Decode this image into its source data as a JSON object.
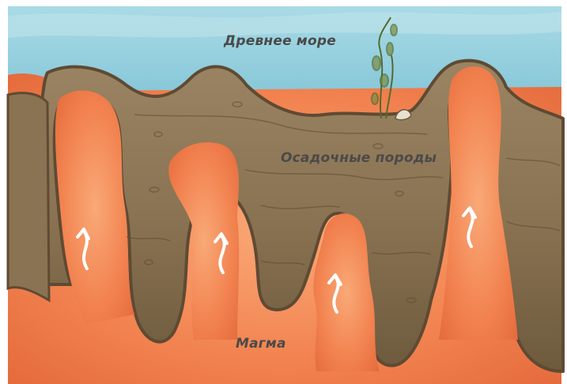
{
  "labels": {
    "sea": "Древнее море",
    "sedimentary": "Осадочные породы",
    "magma": "Магма"
  },
  "colors": {
    "sea": "#7cc3d6",
    "rock": "#8a7352",
    "rock_dark": "#5f4a33",
    "magma": "#f07a4a",
    "magma_light": "#f7a06e",
    "arrow": "#ffffff"
  },
  "icons": [
    "seaweed-icon",
    "shell-icon",
    "up-arrow-icon"
  ]
}
